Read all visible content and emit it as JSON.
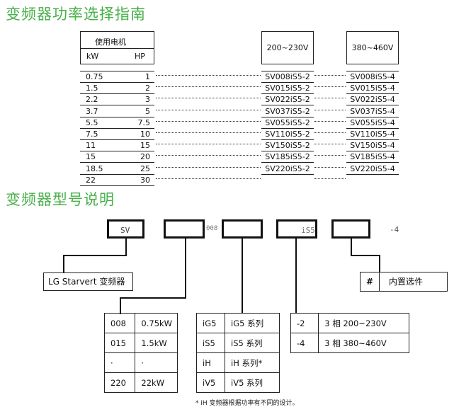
{
  "sections": {
    "selection_title": "变频器功率选择指南",
    "model_title": "变频器型号说明"
  },
  "motor_header": {
    "label": "使用电机",
    "kw": "kW",
    "hp": "HP"
  },
  "voltage_headers": [
    "200~230V",
    "380~460V"
  ],
  "ratings": [
    {
      "kw": "0.75",
      "hp": "1",
      "m200": "SV008iS5-2",
      "m400": "SV008iS5-4"
    },
    {
      "kw": "1.5",
      "hp": "2",
      "m200": "SV015iS5-2",
      "m400": "SV015iS5-4"
    },
    {
      "kw": "2.2",
      "hp": "3",
      "m200": "SV022iS5-2",
      "m400": "SV022iS5-4"
    },
    {
      "kw": "3.7",
      "hp": "5",
      "m200": "SV037iS5-2",
      "m400": "SV037iS5-4"
    },
    {
      "kw": "5.5",
      "hp": "7.5",
      "m200": "SV055iS5-2",
      "m400": "SV055iS5-4"
    },
    {
      "kw": "7.5",
      "hp": "10",
      "m200": "SV110iS5-2",
      "m400": "SV110iS5-4"
    },
    {
      "kw": "11",
      "hp": "15",
      "m200": "SV150iS5-2",
      "m400": "SV150iS5-4"
    },
    {
      "kw": "15",
      "hp": "20",
      "m200": "SV185iS5-2",
      "m400": "SV185iS5-4"
    },
    {
      "kw": "18.5",
      "hp": "25",
      "m200": "SV220iS5-2",
      "m400": "SV220iS5-4"
    },
    {
      "kw": "22",
      "hp": "30",
      "m200": "",
      "m400": ""
    }
  ],
  "model_code": {
    "box_texts": [
      "SV",
      "",
      "008",
      "iS5",
      "",
      "-4"
    ],
    "brand_label": "LG Starvert 变频器",
    "option_symbol": "#",
    "option_label": "内置选件",
    "capacity_table": [
      {
        "code": "008",
        "value": "0.75kW"
      },
      {
        "code": "015",
        "value": "1.5kW"
      },
      {
        "code": "·",
        "value": "·"
      },
      {
        "code": "220",
        "value": "22kW"
      }
    ],
    "series_table": [
      {
        "code": "iG5",
        "name": "iG5 系列"
      },
      {
        "code": "iS5",
        "name": "iS5 系列"
      },
      {
        "code": "iH",
        "name": "iH 系列*"
      },
      {
        "code": "iV5",
        "name": "iV5 系列"
      }
    ],
    "voltage_table": [
      {
        "code": "-2",
        "desc": "3 相 200~230V"
      },
      {
        "code": "-4",
        "desc": "3 相 380~460V"
      }
    ],
    "footnote": "* iH 变频器根据功率有不同的设计。"
  }
}
